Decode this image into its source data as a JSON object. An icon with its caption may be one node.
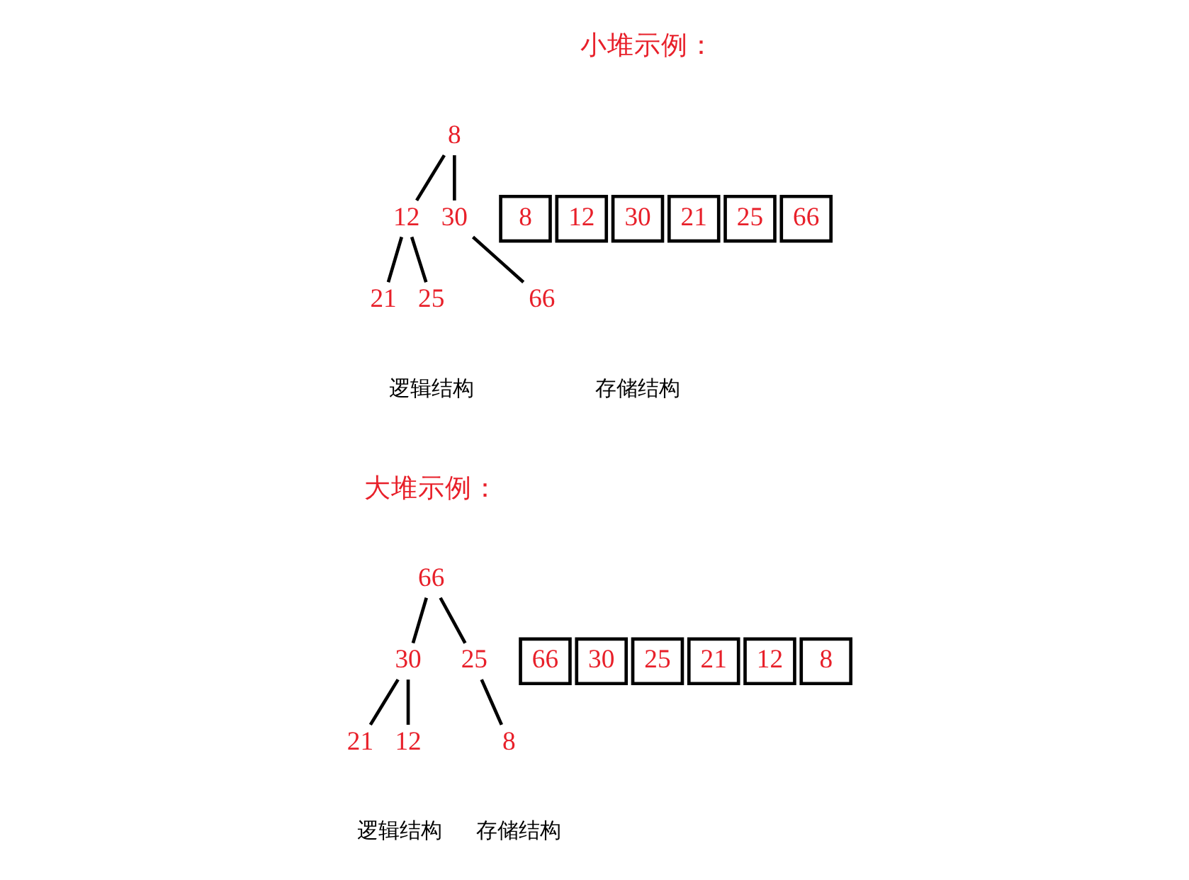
{
  "diagram": {
    "nodes": [
      {
        "text": [
          "8"
        ]
      },
      {
        "text": [
          "12"
        ]
      },
      {
        "text": [
          "30"
        ]
      },
      {
        "text": [
          "21"
        ]
      },
      {
        "text": [
          "25"
        ]
      },
      {
        "text": [
          "66"
        ]
      },
      {
        "text": [
          "8"
        ]
      },
      {
        "text": [
          "12"
        ]
      },
      {
        "text": [
          "30"
        ]
      },
      {
        "text": [
          "21"
        ]
      },
      {
        "text": [
          "25"
        ]
      },
      {
        "text": [
          "66"
        ]
      },
      {
        "text": [
          "66"
        ]
      },
      {
        "text": [
          "30"
        ]
      },
      {
        "text": [
          "25"
        ]
      },
      {
        "text": [
          "21"
        ]
      },
      {
        "text": [
          "12"
        ]
      },
      {
        "text": [
          "8"
        ]
      },
      {
        "text": [
          "66"
        ]
      },
      {
        "text": [
          "30"
        ]
      },
      {
        "text": [
          "25"
        ]
      },
      {
        "text": [
          "21"
        ]
      },
      {
        "text": [
          "12"
        ]
      },
      {
        "text": [
          "8"
        ]
      }
    ],
    "edges": [
      {
        "from": 0,
        "to": 1,
        "arrow": "none"
      },
      {
        "from": 0,
        "to": 2,
        "arrow": "none"
      },
      {
        "from": 1,
        "to": 3,
        "arrow": "none"
      },
      {
        "from": 1,
        "to": 4,
        "arrow": "none"
      },
      {
        "from": 2,
        "to": 5,
        "arrow": "none"
      },
      {
        "from": 12,
        "to": 13,
        "arrow": "none"
      },
      {
        "from": 12,
        "to": 14,
        "arrow": "none"
      },
      {
        "from": 13,
        "to": 15,
        "arrow": "none"
      },
      {
        "from": 13,
        "to": 16,
        "arrow": "none"
      },
      {
        "from": 14,
        "to": 17,
        "arrow": "none"
      }
    ],
    "labels": [
      "小堆示例：",
      "逻辑结构",
      "存储结构",
      "大堆示例：",
      "逻辑结构",
      "存储结构"
    ]
  }
}
